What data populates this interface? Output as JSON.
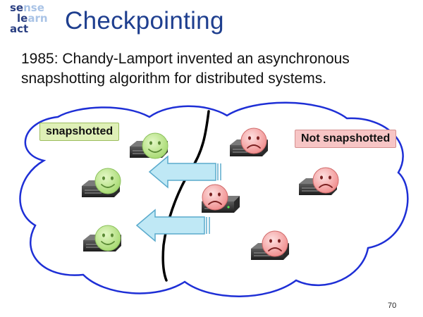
{
  "logo": {
    "line1_dark": "se",
    "line1_light": "nse",
    "line2_dark": "le",
    "line2_light": "arn",
    "line3_dark": "act"
  },
  "slide": {
    "title": "Checkpointing",
    "body_line1": "1985: Chandy-Lamport invented an asynchronous",
    "body_line2": "snapshotting algorithm for distributed systems.",
    "page_number": "70"
  },
  "labels": {
    "snapshotted": "snapshotted",
    "not_snapshotted": "Not snapshotted"
  },
  "colors": {
    "title": "#1f3f8f",
    "cloud_outline": "#1e2fd6",
    "happy_face": "#b9e58a",
    "sad_face": "#f7a0a0",
    "arrow_fill": "#bfe8f5",
    "arrow_stroke": "#5aaacc"
  },
  "nodes": [
    {
      "id": "n1",
      "state": "happy-face"
    },
    {
      "id": "n2",
      "state": "happy-face"
    },
    {
      "id": "n3",
      "state": "happy-face"
    },
    {
      "id": "n4",
      "state": "sad-face"
    },
    {
      "id": "n5",
      "state": "sad-face"
    },
    {
      "id": "n6",
      "state": "sad-face"
    },
    {
      "id": "n7",
      "state": "sad-face"
    }
  ]
}
